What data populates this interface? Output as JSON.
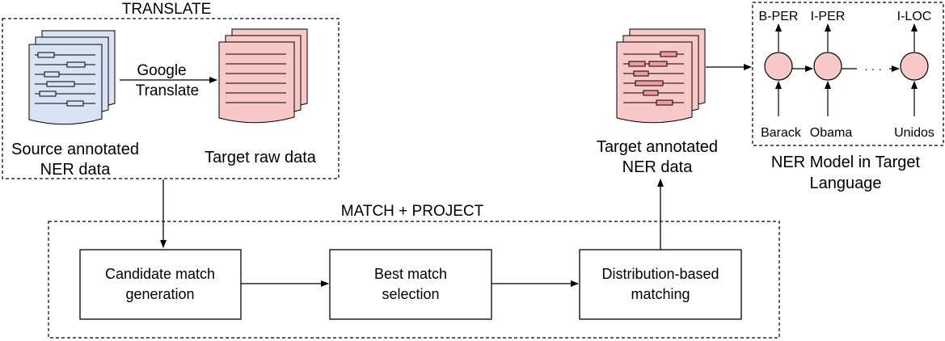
{
  "translate_section": {
    "title": "TRANSLATE",
    "arrow_label_line1": "Google",
    "arrow_label_line2": "Translate",
    "source_label_line1": "Source annotated",
    "source_label_line2": "NER data",
    "target_label": "Target raw data"
  },
  "match_section": {
    "title": "MATCH + PROJECT",
    "boxes": [
      {
        "line1": "Candidate match",
        "line2": "generation"
      },
      {
        "line1": "Best match",
        "line2": "selection"
      },
      {
        "line1": "Distribution-based",
        "line2": "matching"
      }
    ]
  },
  "annotated_output": {
    "label_line1": "Target annotated",
    "label_line2": "NER data"
  },
  "ner_model": {
    "title_line1": "NER Model in Target",
    "title_line2": "Language",
    "output_tags": [
      "B-PER",
      "I-PER",
      "I-LOC"
    ],
    "input_words": [
      "Barack",
      "Obama",
      "Unidos"
    ],
    "ellipsis": "· · ·"
  },
  "colors": {
    "source_doc_fill": "#d9e3f3",
    "target_doc_fill": "#f9c9c9",
    "node_fill": "#f9c9c9",
    "stroke": "#000000"
  }
}
